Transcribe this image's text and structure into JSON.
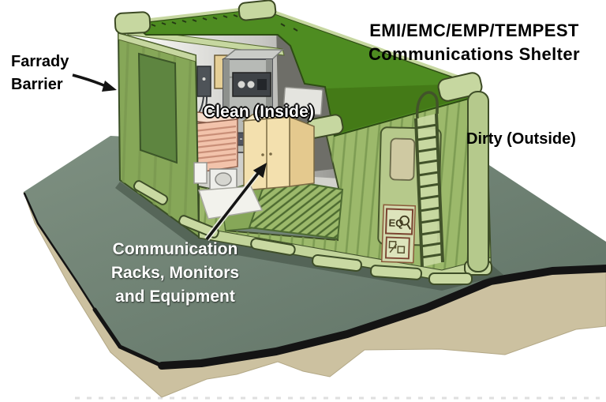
{
  "title": {
    "line1": "EMI/EMC/EMP/TEMPEST",
    "line2": "Communications Shelter"
  },
  "callouts": {
    "faraday_barrier": {
      "line1": "Farrady",
      "line2": "Barrier"
    },
    "clean_inside": "Clean (Inside)",
    "dirty_outside": "Dirty (Outside)",
    "comm_equipment": {
      "line1": "Communication",
      "line2": "Racks, Monitors",
      "line3": "and Equipment"
    }
  },
  "placard": {
    "text": "EQ"
  },
  "colors": {
    "roof_green": "#4e8c21",
    "roof_green_dark": "#447a17",
    "wall_green": "#9cb96b",
    "wall_green_dark": "#86a758",
    "rib_green": "#7a9950",
    "trim_green": "#c6d7a0",
    "post_green": "#b5c98c",
    "door_green": "#b6c98b",
    "terrain_top": "#6f8173",
    "terrain_cliff": "#ccc1a0",
    "crevice_black": "#141414",
    "cabinet_pink": "#f2c3ab",
    "cabinet_tan": "#f3e0ae",
    "label_black": "#000000",
    "label_white": "#ffffff"
  }
}
